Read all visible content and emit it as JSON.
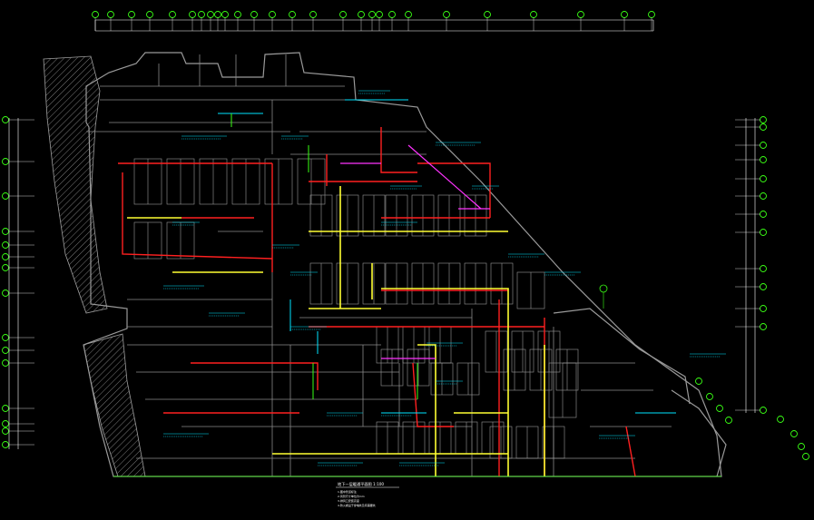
{
  "drawing": {
    "background_color": "#000000",
    "colors": {
      "walls": "#9a9a9a",
      "hatch": "#b8b8b8",
      "supply_duct": "#ff2020",
      "exhaust_duct": "#ffff33",
      "water_pipe": "#00e5ff",
      "gas_pipe": "#ff33ff",
      "grid_bubble": "#39ff14",
      "annotation": "#00e5ff",
      "text": "#ffffff"
    },
    "legend_text": {
      "title": "地下一层暖通平面图 1:100",
      "notes": [
        "1.图中管道标注",
        "2.风管尺寸单位为mm",
        "3.排风口安装高度",
        "4.防火阀设于穿墙处及有需要处"
      ]
    },
    "icons": [
      "grid-axis-bubble-icon",
      "north-arrow-icon",
      "duct-fan-icon"
    ]
  }
}
